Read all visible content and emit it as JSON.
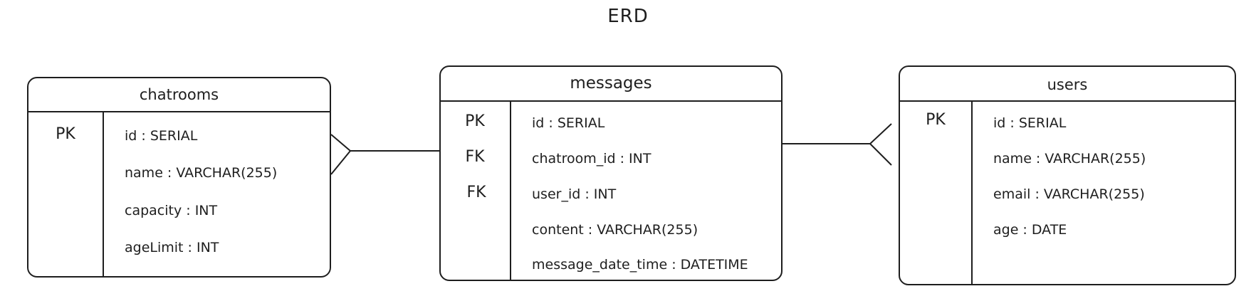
{
  "title": "ERD",
  "entities": {
    "chatrooms": {
      "name": "chatrooms",
      "keys": [
        "PK"
      ],
      "fields": [
        "id : SERIAL",
        "name : VARCHAR(255)",
        "capacity : INT",
        "ageLimit : INT"
      ]
    },
    "messages": {
      "name": "messages",
      "keys": [
        "PK",
        "FK",
        "FK"
      ],
      "fields": [
        "id : SERIAL",
        "chatroom_id : INT",
        "user_id : INT",
        "content : VARCHAR(255)",
        "message_date_time : DATETIME"
      ]
    },
    "users": {
      "name": "users",
      "keys": [
        "PK"
      ],
      "fields": [
        "id : SERIAL",
        "name : VARCHAR(255)",
        "email : VARCHAR(255)",
        "age : DATE"
      ]
    }
  }
}
